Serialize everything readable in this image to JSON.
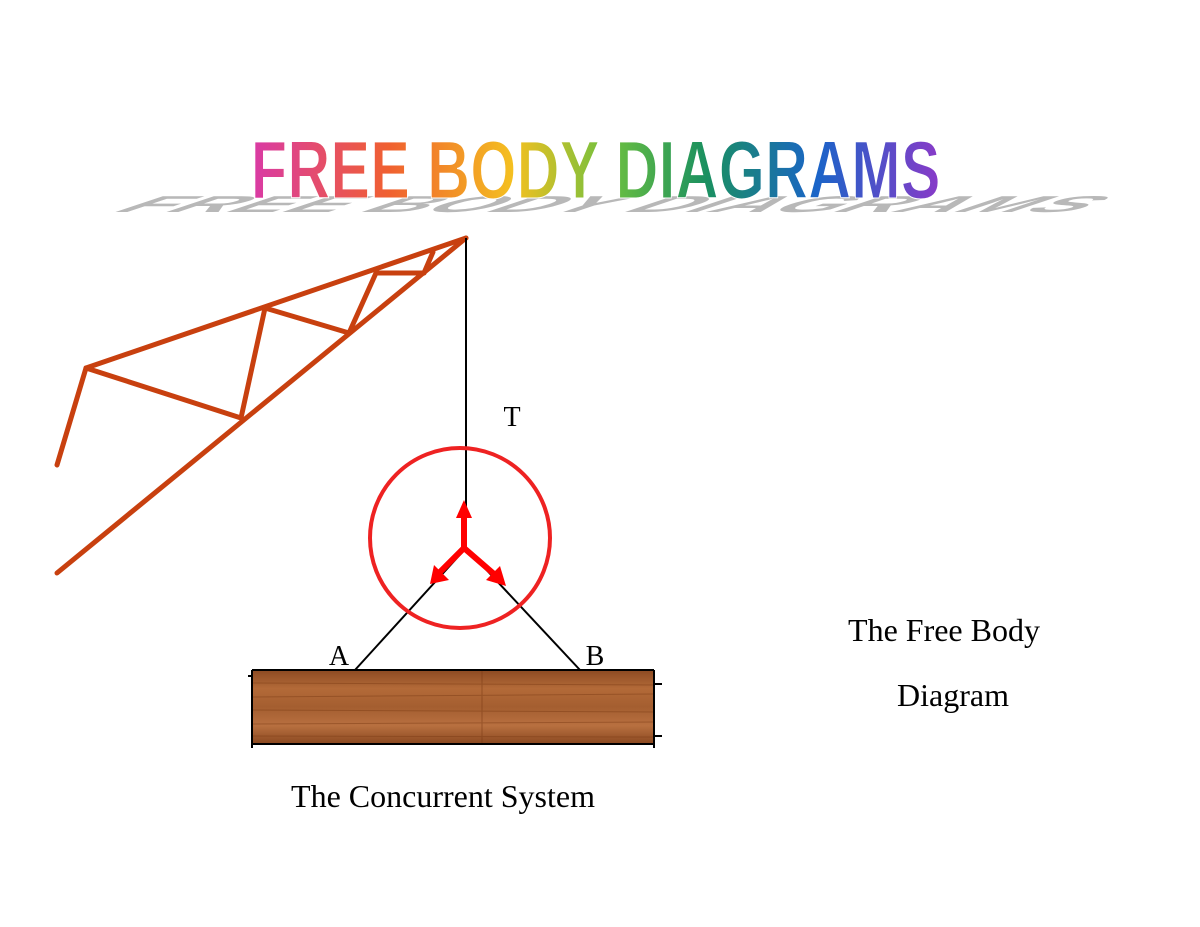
{
  "title": "FREE BODY DIAGRAMS",
  "labels": {
    "tension": "T",
    "point_a": "A",
    "point_b": "B",
    "concurrent_caption": "The Concurrent System",
    "fbd_caption_line1": "The Free Body",
    "fbd_caption_line2": "Diagram"
  },
  "colors": {
    "crane_truss": "#c8400f",
    "highlight_circle": "#ee2222",
    "force_arrows": "#ff0000",
    "cables": "#000000",
    "wood_base": "#a35d2e",
    "title_gradient": [
      "#d93aa6",
      "#f06030",
      "#f4c020",
      "#6cc040",
      "#1a9060",
      "#1a64c8",
      "#8a3ac8"
    ],
    "title_shadow": "#b8b8b8"
  }
}
